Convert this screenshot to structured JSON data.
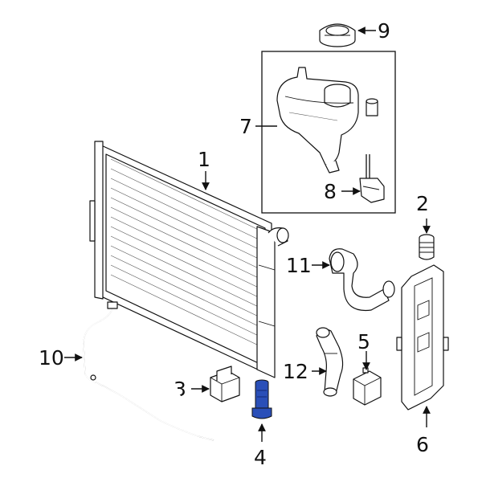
{
  "diagram": {
    "highlight_color": "#2a4fb8",
    "highlighted_part": "4",
    "callouts": {
      "c1": "1",
      "c2": "2",
      "c3": "3",
      "c4": "4",
      "c5": "5",
      "c6": "6",
      "c7": "7",
      "c8": "8",
      "c9": "9",
      "c10": "10",
      "c11": "11",
      "c12": "12"
    }
  }
}
